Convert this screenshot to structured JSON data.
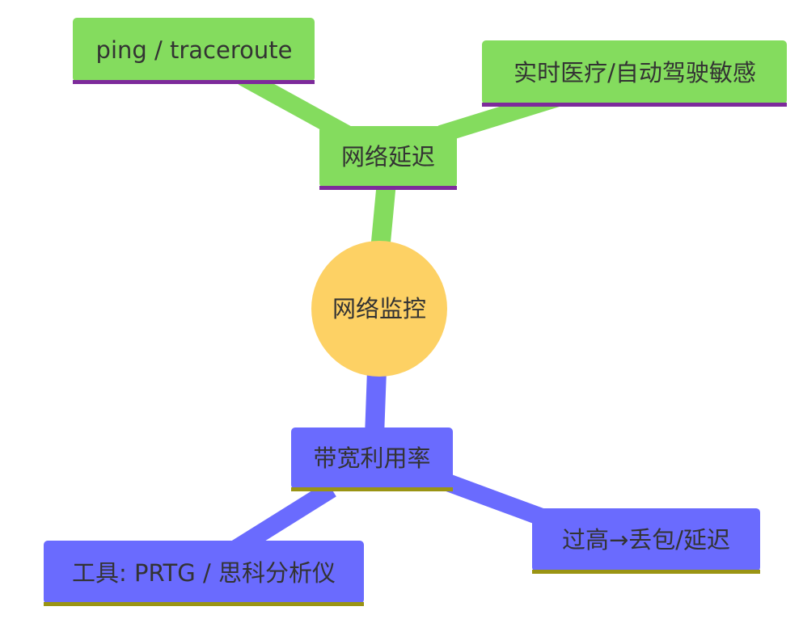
{
  "colors": {
    "root_fill": "#FDD164",
    "green_fill": "#84DC5E",
    "green_underline": "#7D2A9B",
    "blue_fill": "#6A6BFE",
    "blue_underline": "#9A9413",
    "text": "#333333"
  },
  "root": {
    "label": "网络监控"
  },
  "branches": [
    {
      "label": "网络延迟",
      "color": "green",
      "children": [
        {
          "label": "ping / traceroute"
        },
        {
          "label": "实时医疗/自动驾驶敏感"
        }
      ]
    },
    {
      "label": "带宽利用率",
      "color": "blue",
      "children": [
        {
          "label": "工具: PRTG / 思科分析仪"
        },
        {
          "label": "过高→丢包/延迟"
        }
      ]
    }
  ]
}
